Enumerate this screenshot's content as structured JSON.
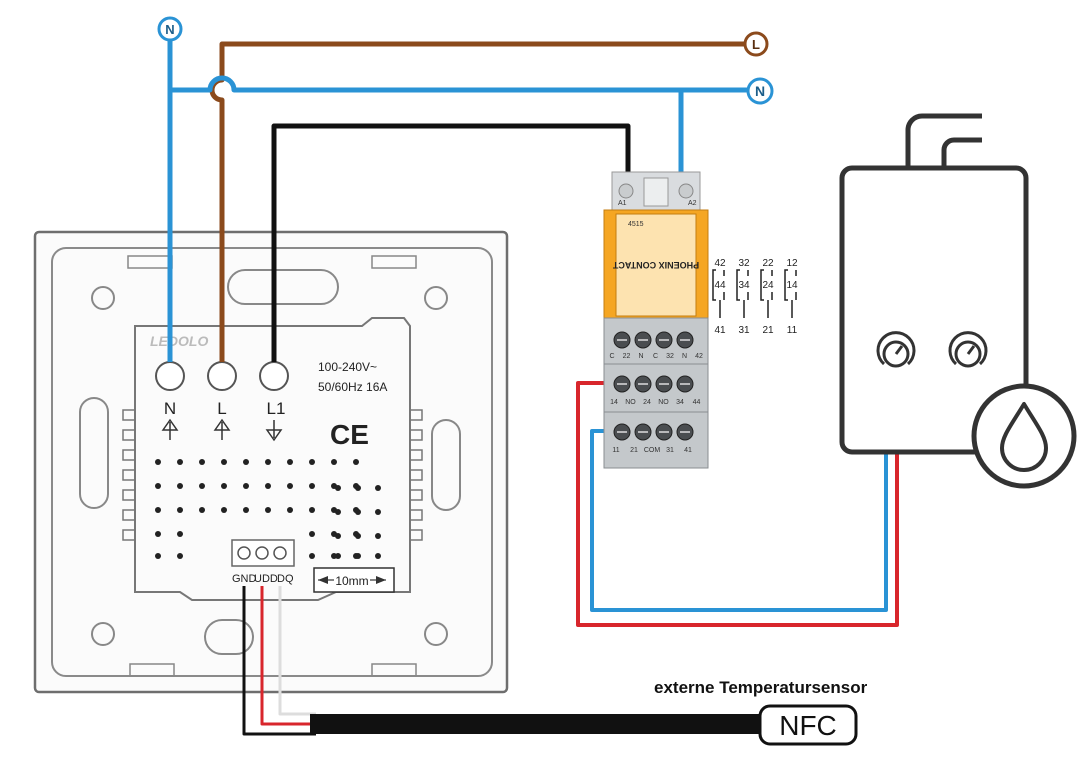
{
  "terminals": {
    "neutral_top": "N",
    "live_right": "L",
    "neutral_right": "N"
  },
  "thermostat": {
    "brand": "LEDOLO",
    "rating_line1": "100-240V~",
    "rating_line2": "50/60Hz 16A",
    "ce_mark": "CE",
    "term_n": "N",
    "term_l": "L",
    "term_l1": "L1",
    "sensor_gnd": "GND",
    "sensor_udd": "UDD",
    "sensor_dq": "DQ",
    "dimension": "10mm"
  },
  "relay": {
    "brand": "PHOENIX CONTACT",
    "coil_a1": "A1",
    "coil_a2": "A2",
    "model_no": "4515",
    "top_row_labels": [
      "C",
      "22",
      "N",
      "C",
      "32",
      "N",
      "42"
    ],
    "mid_row_labels": [
      "14",
      "NO",
      "24",
      "NO",
      "34",
      "44"
    ],
    "bottom_row_labels": [
      "11",
      "21",
      "COM",
      "31",
      "41"
    ],
    "contact_groups": [
      {
        "nc": "42",
        "no": "44",
        "com": "41"
      },
      {
        "nc": "32",
        "no": "34",
        "com": "31"
      },
      {
        "nc": "22",
        "no": "24",
        "com": "21"
      },
      {
        "nc": "12",
        "no": "14",
        "com": "11"
      }
    ]
  },
  "sensor": {
    "title": "externe Temperatursensor",
    "tag": "NFC"
  },
  "colors": {
    "neutral_wire": "#2a93d5",
    "live_wire": "#8b4a1c",
    "switched_wire": "#111111",
    "relay_red": "#d8262c",
    "relay_blue": "#2a93d5",
    "relay_orange": "#f5a623",
    "relay_gray": "#bfc3c7"
  }
}
